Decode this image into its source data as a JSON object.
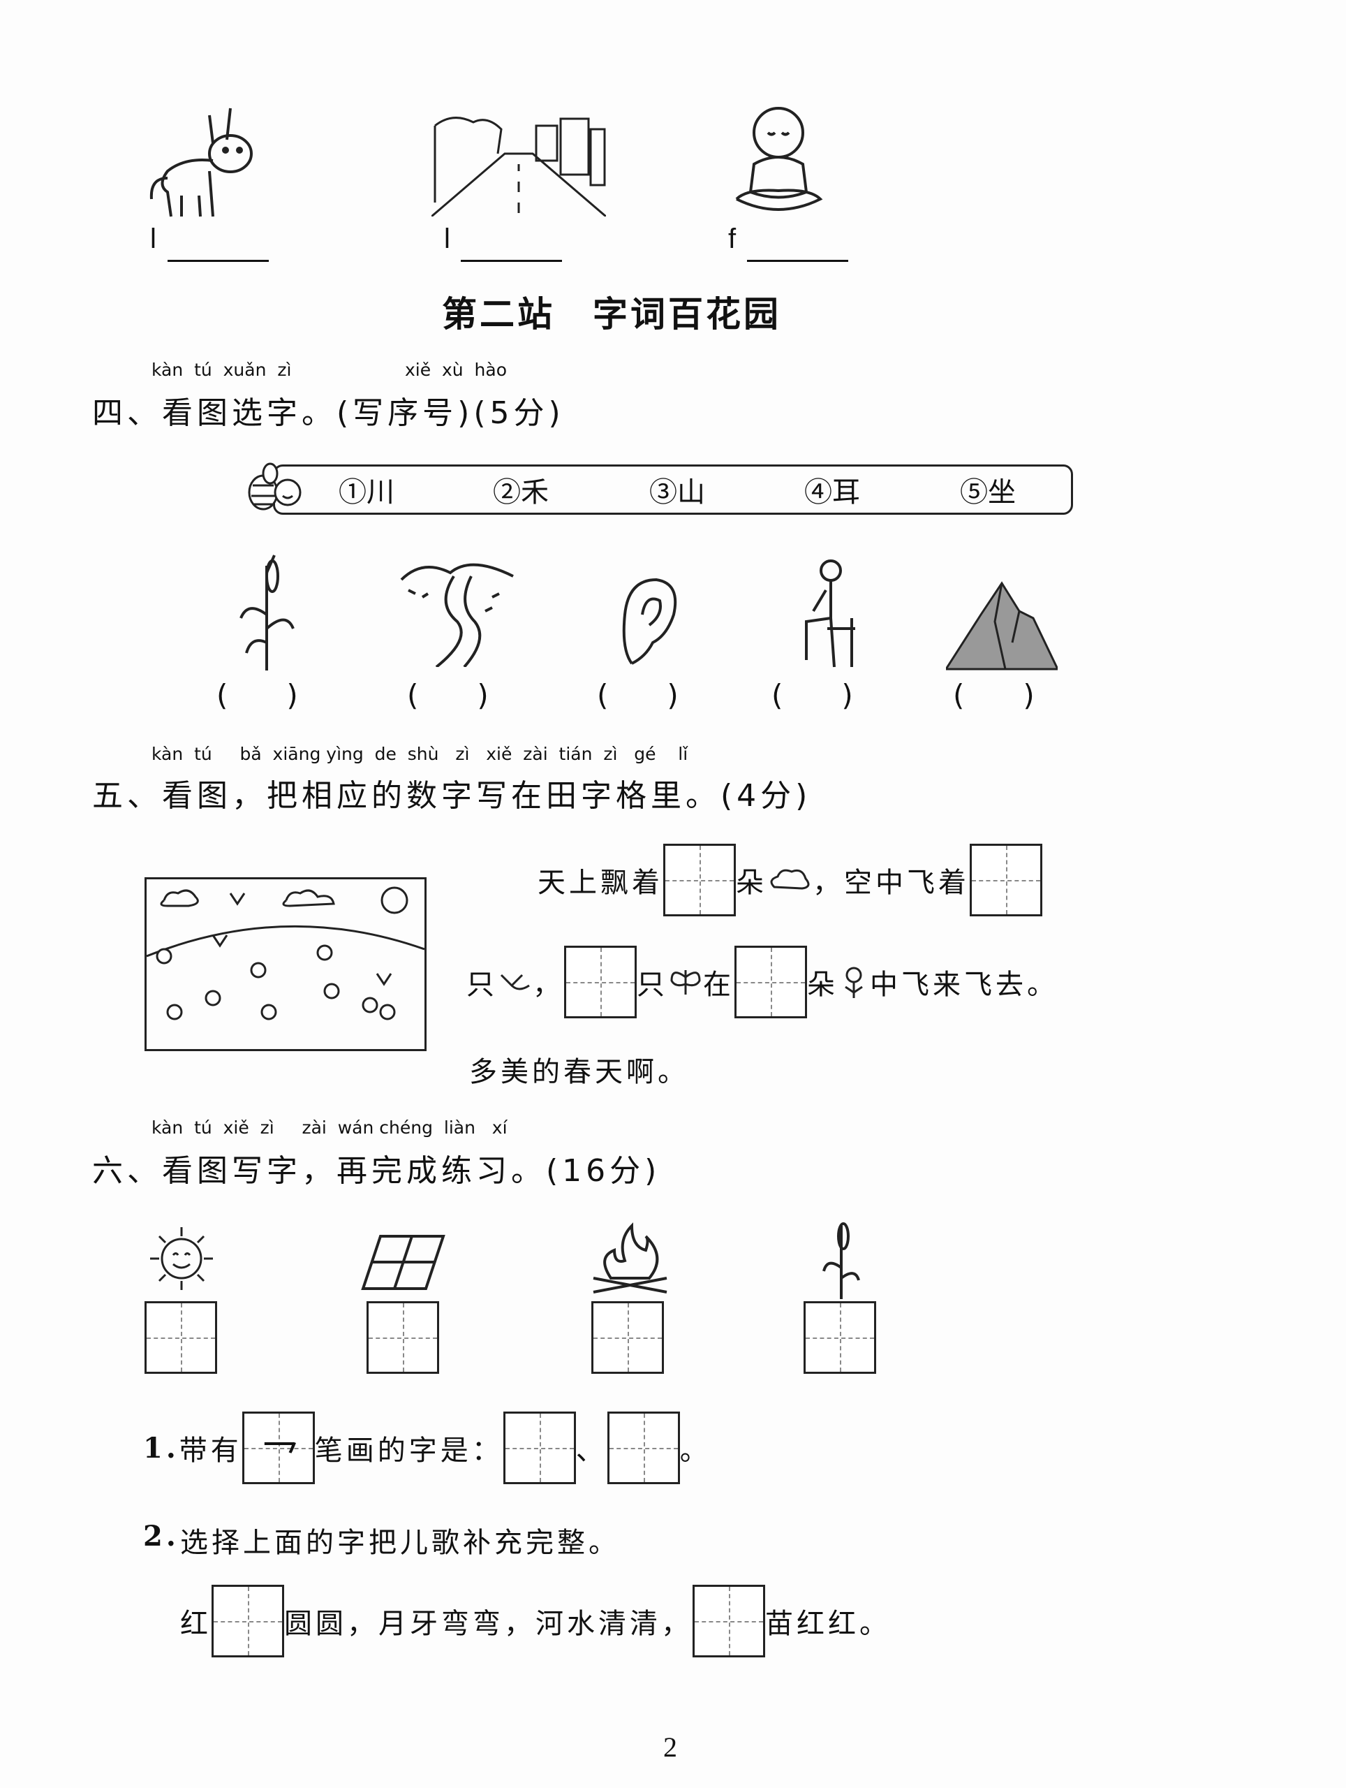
{
  "top_blanks": {
    "labels": [
      "l",
      "l",
      "f"
    ]
  },
  "station_title": "第二站　字词百花园",
  "section4": {
    "pinyin_a": "kàn  tú  xuǎn  zì",
    "pinyin_b": "xiě  xù  hào",
    "heading": "四、看图选字。(写序号)(5分)",
    "options": [
      "①川",
      "②禾",
      "③山",
      "④耳",
      "⑤坐"
    ],
    "pictures": [
      "wheat-plant",
      "river",
      "ear",
      "sitting-girl",
      "mountain"
    ],
    "paren": "(　　)"
  },
  "section5": {
    "pinyin": "kàn  tú     bǎ  xiāng yìng  de  shù   zì   xiě  zài  tián  zì   gé    lǐ",
    "heading": "五、看图，把相应的数字写在田字格里。(4分)",
    "line1": {
      "a": "天上飘着",
      "b": "朵",
      "c": "，空中飞着"
    },
    "line2": {
      "a": "只",
      "b": "，",
      "c": "只",
      "d": "在",
      "e": "朵",
      "f": "中飞来飞去。"
    },
    "line3": "多美的春天啊。"
  },
  "section6": {
    "pinyin": "kàn  tú  xiě  zì     zài  wán chéng  liàn   xí",
    "heading": "六、看图写字，再完成练习。(16分)",
    "pictures": [
      "sun",
      "field",
      "fire",
      "seedling"
    ],
    "q1": {
      "a": "1.",
      "b": "带有",
      "stroke": "乛",
      "c": "笔画的字是：",
      "sep": "、",
      "end": "。"
    },
    "q2": {
      "a": "2.",
      "b": "选择上面的字把儿歌补充完整。"
    },
    "q3": {
      "a": "红",
      "b": "圆圆，月牙弯弯，河水清清，",
      "c": "苗红红。"
    }
  },
  "page_number": "2"
}
